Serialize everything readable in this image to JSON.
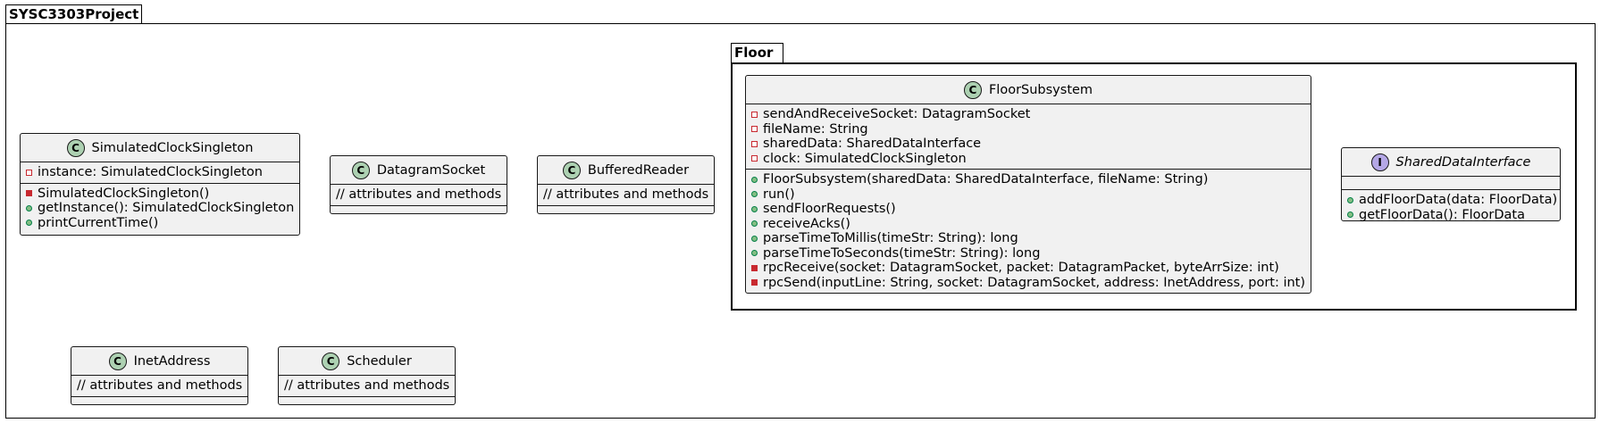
{
  "packages": {
    "outer": {
      "name": "SYSC3303Project"
    },
    "floor": {
      "name": "Floor"
    }
  },
  "classes": {
    "clock": {
      "stereotype": "C",
      "name": "SimulatedClockSingleton",
      "attributes": [
        {
          "visibility": "private",
          "text": "instance: SimulatedClockSingleton"
        }
      ],
      "methods": [
        {
          "visibility": "private",
          "text": "SimulatedClockSingleton()"
        },
        {
          "visibility": "public",
          "text": "getInstance(): SimulatedClockSingleton"
        },
        {
          "visibility": "public",
          "text": "printCurrentTime()"
        }
      ]
    },
    "datagram": {
      "stereotype": "C",
      "name": "DatagramSocket",
      "body": "// attributes and methods"
    },
    "reader": {
      "stereotype": "C",
      "name": "BufferedReader",
      "body": "// attributes and methods"
    },
    "inet": {
      "stereotype": "C",
      "name": "InetAddress",
      "body": "// attributes and methods"
    },
    "scheduler": {
      "stereotype": "C",
      "name": "Scheduler",
      "body": "// attributes and methods"
    },
    "floor_subsystem": {
      "stereotype": "C",
      "name": "FloorSubsystem",
      "attributes": [
        {
          "visibility": "private",
          "text": "sendAndReceiveSocket: DatagramSocket"
        },
        {
          "visibility": "private",
          "text": "fileName: String"
        },
        {
          "visibility": "private",
          "text": "sharedData: SharedDataInterface"
        },
        {
          "visibility": "private",
          "text": "clock: SimulatedClockSingleton"
        }
      ],
      "methods": [
        {
          "visibility": "public",
          "text": "FloorSubsystem(sharedData: SharedDataInterface, fileName: String)"
        },
        {
          "visibility": "public",
          "text": "run()"
        },
        {
          "visibility": "public",
          "text": "sendFloorRequests()"
        },
        {
          "visibility": "public",
          "text": "receiveAcks()"
        },
        {
          "visibility": "public",
          "text": "parseTimeToMillis(timeStr: String): long"
        },
        {
          "visibility": "public",
          "text": "parseTimeToSeconds(timeStr: String): long"
        },
        {
          "visibility": "private",
          "text": "rpcReceive(socket: DatagramSocket, packet: DatagramPacket, byteArrSize: int)"
        },
        {
          "visibility": "private",
          "text": "rpcSend(inputLine: String, socket: DatagramSocket, address: InetAddress, port: int)"
        }
      ]
    },
    "shared": {
      "stereotype": "I",
      "name": "SharedDataInterface",
      "attributes": [],
      "methods": [
        {
          "visibility": "public",
          "text": "addFloorData(data: FloorData)"
        },
        {
          "visibility": "public",
          "text": "getFloorData(): FloorData"
        }
      ]
    }
  },
  "colors": {
    "class_fill": "#f1f1f1",
    "class_badge": "#add1b2",
    "interface_badge": "#b4a7e5",
    "private_marker": "#c82930",
    "public_marker": "#84be84"
  }
}
